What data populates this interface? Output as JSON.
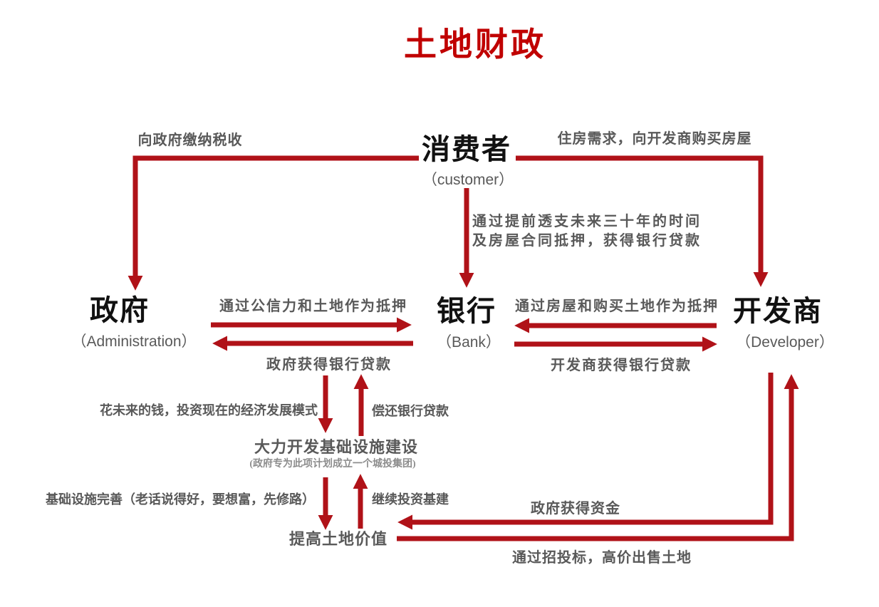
{
  "title": "土地财政",
  "colors": {
    "title": "#c00000",
    "arrow": "#b01218",
    "node_name": "#111111",
    "node_subtitle": "#595959",
    "edge_label": "#595959",
    "note": "#8c8c8c",
    "background": "#ffffff"
  },
  "nodes": {
    "customer": {
      "name": "消费者",
      "subtitle": "（customer）"
    },
    "government": {
      "name": "政府",
      "subtitle": "（Administration）"
    },
    "bank": {
      "name": "银行",
      "subtitle": "（Bank）"
    },
    "developer": {
      "name": "开发商",
      "subtitle": "（Developer）"
    },
    "infrastructure": {
      "name": "大力开发基础设施建设",
      "note": "(政府专为此项计划成立一个城投集团)"
    },
    "land_value": {
      "name": "提高土地价值"
    }
  },
  "edges": {
    "pay_tax": {
      "from": "消费者",
      "to": "政府",
      "label": "向政府缴纳税收"
    },
    "buy_house": {
      "from": "消费者",
      "to": "开发商",
      "label": "住房需求，向开发商购买房屋"
    },
    "mortgage_loan": {
      "from": "消费者",
      "to": "银行",
      "label_line1": "通过提前透支未来三十年的时间",
      "label_line2": "及房屋合同抵押，获得银行贷款"
    },
    "gov_collateral": {
      "from": "政府",
      "to": "银行",
      "label": "通过公信力和土地作为抵押"
    },
    "gov_loan": {
      "from": "银行",
      "to": "政府",
      "label": "政府获得银行贷款"
    },
    "dev_collateral": {
      "from": "开发商",
      "to": "银行",
      "label": "通过房屋和购买土地作为抵押"
    },
    "dev_loan": {
      "from": "银行",
      "to": "开发商",
      "label": "开发商获得银行贷款"
    },
    "invest_infra": {
      "from": "银行",
      "to": "大力开发基础设施建设",
      "label": "花未来的钱，投资现在的经济发展模式"
    },
    "repay_loan": {
      "from": "大力开发基础设施建设",
      "to": "银行",
      "label": "偿还银行贷款"
    },
    "infra_done": {
      "from": "大力开发基础设施建设",
      "to": "提高土地价值",
      "label": "基础设施完善（老话说得好，要想富，先修路）"
    },
    "reinvest": {
      "from": "提高土地价值",
      "to": "大力开发基础设施建设",
      "label": "继续投资基建"
    },
    "gov_funds": {
      "from": "开发商",
      "to": "提高土地价值",
      "label": "政府获得资金"
    },
    "sell_land": {
      "from": "提高土地价值",
      "to": "开发商",
      "label": "通过招投标，高价出售土地"
    }
  }
}
